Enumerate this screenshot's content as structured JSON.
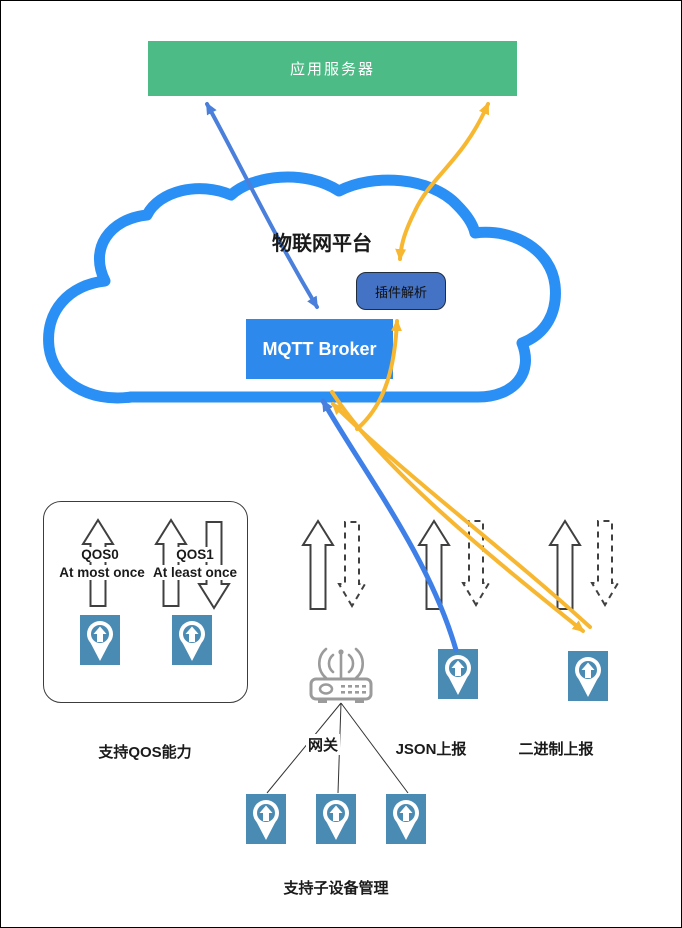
{
  "app_server": {
    "label": "应用服务器"
  },
  "platform": {
    "title": "物联网平台",
    "plugin_label": "插件解析",
    "broker_label": "MQTT Broker"
  },
  "qos_panel": {
    "qos0_title": "QOS0",
    "qos0_subtitle": "At most once",
    "qos1_title": "QOS1",
    "qos1_subtitle": "At least once",
    "caption": "支持QOS能力"
  },
  "gateway": {
    "label": "网关",
    "caption": "支持子设备管理"
  },
  "reports": {
    "json_label": "JSON上报",
    "binary_label": "二进制上报"
  },
  "icons": {
    "cloud": "cloud-icon",
    "device": "device-pin-icon",
    "gateway": "gateway-router-icon",
    "up_arrow": "up-block-arrow-icon",
    "down_arrow": "down-block-arrow-icon"
  },
  "colors": {
    "app_server_green": "#4CBB85",
    "cloud_blue": "#2B90F5",
    "broker_blue": "#2E89EC",
    "plugin_blue": "#4472C4",
    "flow_blue": "#4A7FDB",
    "flow_blue_bright": "#3F7FE8",
    "flow_yellow": "#F7B731",
    "device_teal": "#4A8BB3",
    "gateway_gray": "#9B9B9B",
    "outline_dark": "#404040"
  }
}
